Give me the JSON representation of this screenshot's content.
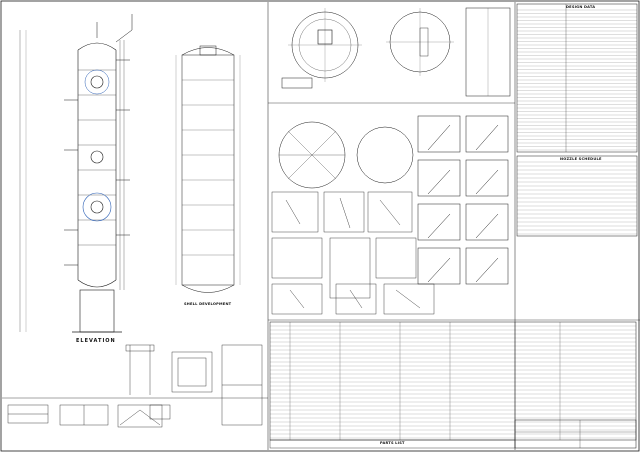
{
  "drawing": {
    "elevation_title": "ELEVATION",
    "design_data_title": "DESIGN DATA",
    "nozzle_title": "NOZZLE SCHEDULE",
    "shell_title": "SHELL DEVELOPMENT",
    "parts_title": "PARTS LIST"
  },
  "colors": {
    "line": "#1a1a1a",
    "accent": "#2a5fb5",
    "paper": "#ffffff"
  }
}
